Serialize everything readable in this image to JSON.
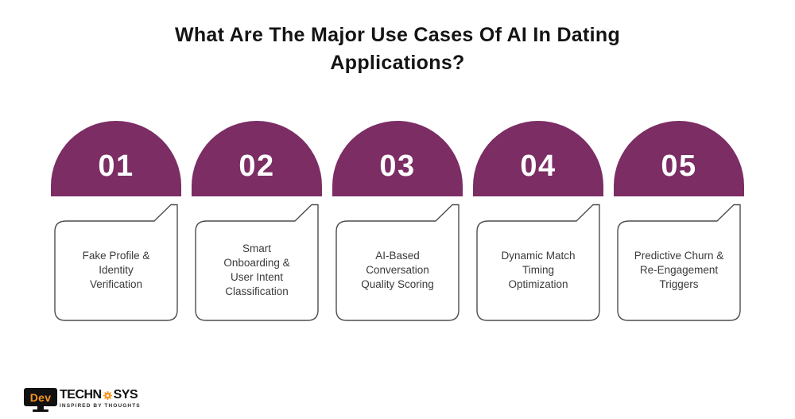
{
  "title": "What Are The Major Use Cases Of AI In Dating Applications?",
  "theme": {
    "dome_color": "#7B2D64",
    "number_color": "#FFFFFF",
    "card_border": "#4D4D4D",
    "card_fill": "#FFFFFF",
    "card_text": "#3B3B3B",
    "title_color": "#141414",
    "logo_orange": "#F7941D",
    "logo_black": "#111111"
  },
  "use_cases": [
    {
      "number": "01",
      "label": "Fake Profile & Identity Verification",
      "lines": [
        "Fake Profile &",
        "Identity",
        "Verification"
      ]
    },
    {
      "number": "02",
      "label": "Smart Onboarding & User Intent Classification",
      "lines": [
        "Smart",
        "Onboarding &",
        "User Intent",
        "Classification"
      ]
    },
    {
      "number": "03",
      "label": "AI-Based Conversation Quality Scoring",
      "lines": [
        "AI-Based",
        "Conversation",
        "Quality Scoring"
      ]
    },
    {
      "number": "04",
      "label": "Dynamic Match Timing Optimization",
      "lines": [
        "Dynamic Match",
        "Timing",
        "Optimization"
      ]
    },
    {
      "number": "05",
      "label": "Predictive Churn & Re-Engagement Triggers",
      "lines": [
        "Predictive Churn &",
        "Re-Engagement",
        "Triggers"
      ]
    }
  ],
  "logo": {
    "monitor_text": "Dev",
    "brand_left": "TECHN",
    "brand_right": "SYS",
    "tagline": "INSPIRED BY THOUGHTS"
  }
}
